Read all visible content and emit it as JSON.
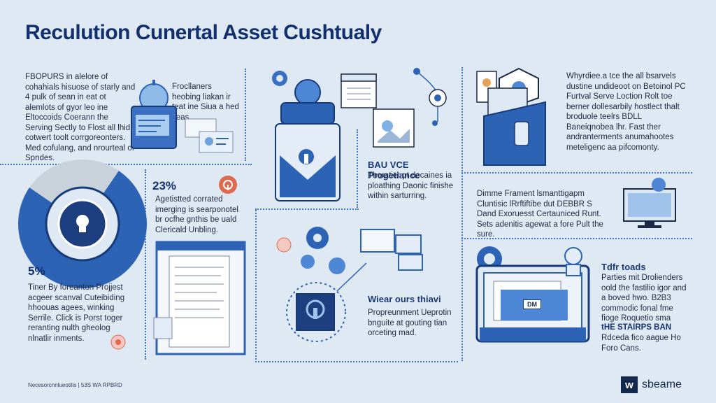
{
  "header": {
    "title": "Reculution Cunertal Asset Cushtualy"
  },
  "panels": {
    "p1": {
      "body": "FBOPURS in alelore of cohahials hisuose of starly and 4 pulk of sean in eat ot alemlots of gyor leo ine Eltoccoids Coerann the Serving Sectly to Flost all lhid cotwert toolt corrgoreonters. Med cofulang, and nrourteal of Spndes."
    },
    "p1b": {
      "body": "Frocllaners heobing liakan ir teat ine Siua a hed ceas"
    },
    "p2": {
      "heading": "BAU VCE Progetiance",
      "body": "Thoratier pt decaines ia ploathing Daonic finishe within sarturring."
    },
    "p3": {
      "body": "Whyrdiee.a tce the all bsarvels dustine undideoot on Betoinol PC Furtval Serve Loction Rolt toe berner dollesarbily hostlect thalt broduole teelrs BDLL Baneiqnobea lhr. Fast ther andranterments anumahootes meteligenc aa pifcomonty."
    },
    "p4": {
      "stat": "23%",
      "body": "Agetistted corrated imerging is searponotel br ocfhe gnthis be uald Clericald Unbling."
    },
    "p5": {
      "body": "Dimme Frament lsmanttigapm Cluntisic lRrftiftibe dut DEBBR S Dand Exoruesst Certauniced Runt. Sets adenitis agewat a fore Pult the sure."
    },
    "p6": {
      "stat": "5%",
      "body": "Tiner By foreanton Projjest acgeer scanval Cuteibiding hhoouas agees, winking Serrile. Click is Porst toger reranting nulth gheolog nlnatlir inments."
    },
    "p7": {
      "heading": "Wiear ours thiavi",
      "body": "Propreunment Ueprotin bnguite at gouting tian orceting mad."
    },
    "p8": {
      "heading": "Tdfr toads",
      "body": "Parties mit Drolienders oold the fastilio igor and a boved hwo. B2B3 commodic fonal fme fioge Roquetio sma",
      "strong": "tHE STAIRPS BAN",
      "tail": "Rdceda fico aague Ho Foro Cans."
    }
  },
  "monitor_tag": "DM",
  "footer": {
    "note": "Necesorcnnlueotilis | 53S WA RPBRD"
  },
  "brand": {
    "mark": "w",
    "name": "sbeame"
  },
  "colors": {
    "bg": "#dfe9f4",
    "navy": "#13306e",
    "blue": "#2d63b4",
    "light": "#7fb0e6",
    "accent": "#e06a4e"
  },
  "chart_data": {
    "type": "pie",
    "values": [
      75,
      25
    ]
  }
}
